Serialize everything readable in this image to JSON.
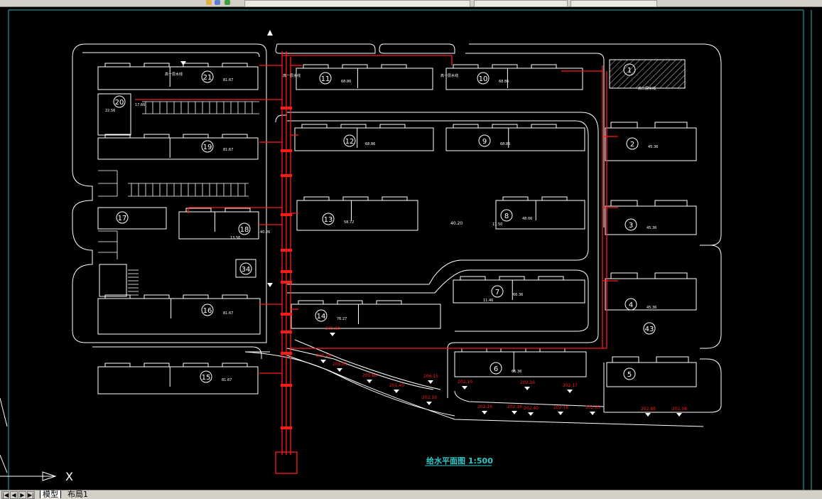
{
  "drawing": {
    "title": "给水平面图 1:500",
    "axis_x_label": "X"
  },
  "layout_tabs": [
    {
      "label": "模型",
      "active": true
    },
    {
      "label": "布局1",
      "active": false
    }
  ],
  "buildings": [
    {
      "id": "21",
      "dim": "81.67",
      "note": "高一层水线"
    },
    {
      "id": "11",
      "dim": "68.86",
      "note": "高一层水线"
    },
    {
      "id": "10",
      "dim": "68.86",
      "note": "高一层水线"
    },
    {
      "id": "1",
      "note": "高二层水线"
    },
    {
      "id": "20",
      "dim": "17.66",
      "dim2": "22.56"
    },
    {
      "id": "19",
      "dim": "81.67"
    },
    {
      "id": "12",
      "dim": "68.86"
    },
    {
      "id": "9",
      "dim": "68.86"
    },
    {
      "id": "2",
      "dim": "45.36"
    },
    {
      "id": "17"
    },
    {
      "id": "18",
      "dim": "40.26",
      "dim2": "13.56"
    },
    {
      "id": "13",
      "dim": "58.72"
    },
    {
      "id": "8",
      "dim": "48.06",
      "dim2": "11.50"
    },
    {
      "id": "3",
      "dim": "45.36"
    },
    {
      "id": "34"
    },
    {
      "id": "16",
      "dim": "81.67"
    },
    {
      "id": "14",
      "dim": "76.27"
    },
    {
      "id": "7",
      "dim": "66.36",
      "dim2": "11.46"
    },
    {
      "id": "4",
      "dim": "45.36"
    },
    {
      "id": "43"
    },
    {
      "id": "6",
      "dim": "66.36"
    },
    {
      "id": "15",
      "dim": "81.67"
    },
    {
      "id": "5"
    }
  ],
  "road_dim": "40.20",
  "elevations": [
    "205.60",
    "206.28",
    "205.81",
    "205.86",
    "201.40",
    "206.15",
    "202.16",
    "202.10",
    "202.16",
    "202.17",
    "202.16",
    "202.16",
    "202.40",
    "202.16",
    "202.85",
    "202.86",
    "202.08"
  ],
  "colors": {
    "site": "#ffffff",
    "pipe": "#ff1a1a",
    "title": "#2ec8c8",
    "frame": "#27b5b5"
  }
}
